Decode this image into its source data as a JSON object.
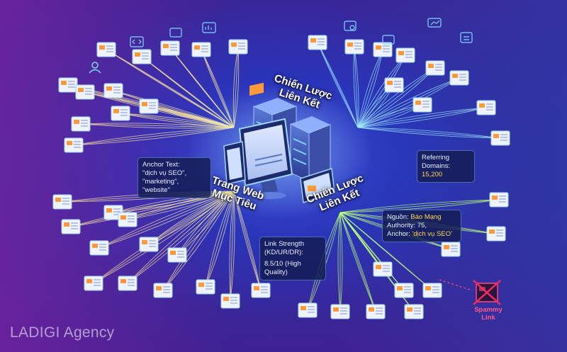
{
  "center": {
    "title_top": [
      "Chiến Lược",
      "Liên Kết"
    ],
    "title_left": [
      "Trang Web",
      "Mục Tiêu"
    ],
    "title_right": [
      "Chiến Lược",
      "Liên Kết"
    ]
  },
  "labels": {
    "anchor_text": {
      "title": "Anchor Text:",
      "line1": "\"dịch vụ SEO\",",
      "line2": "\"marketing\", \"website\""
    },
    "referring": {
      "title": "Referring",
      "prefix": "Domains:",
      "value": "15,200"
    },
    "source": {
      "prefix": "Nguồn:",
      "value": "Báo Mạng",
      "authority": "Authority: 75,",
      "anchor_prefix": "Anchor:",
      "anchor_value": "'dịch vụ SEO'"
    },
    "link_strength": {
      "title": "Link Strength",
      "sub": "(KD/UR/DR):",
      "value": "8.5/10 (High Quality)"
    },
    "spammy": [
      "Spammy",
      "Link"
    ]
  },
  "watermark": "LADIGI Agency",
  "colors": {
    "highlight": "#ffd84a",
    "spam": "#ff5a8a",
    "line_left": "#ffe9a0",
    "line_right": "#9fe8ff",
    "line_green": "#b8ff7a"
  }
}
